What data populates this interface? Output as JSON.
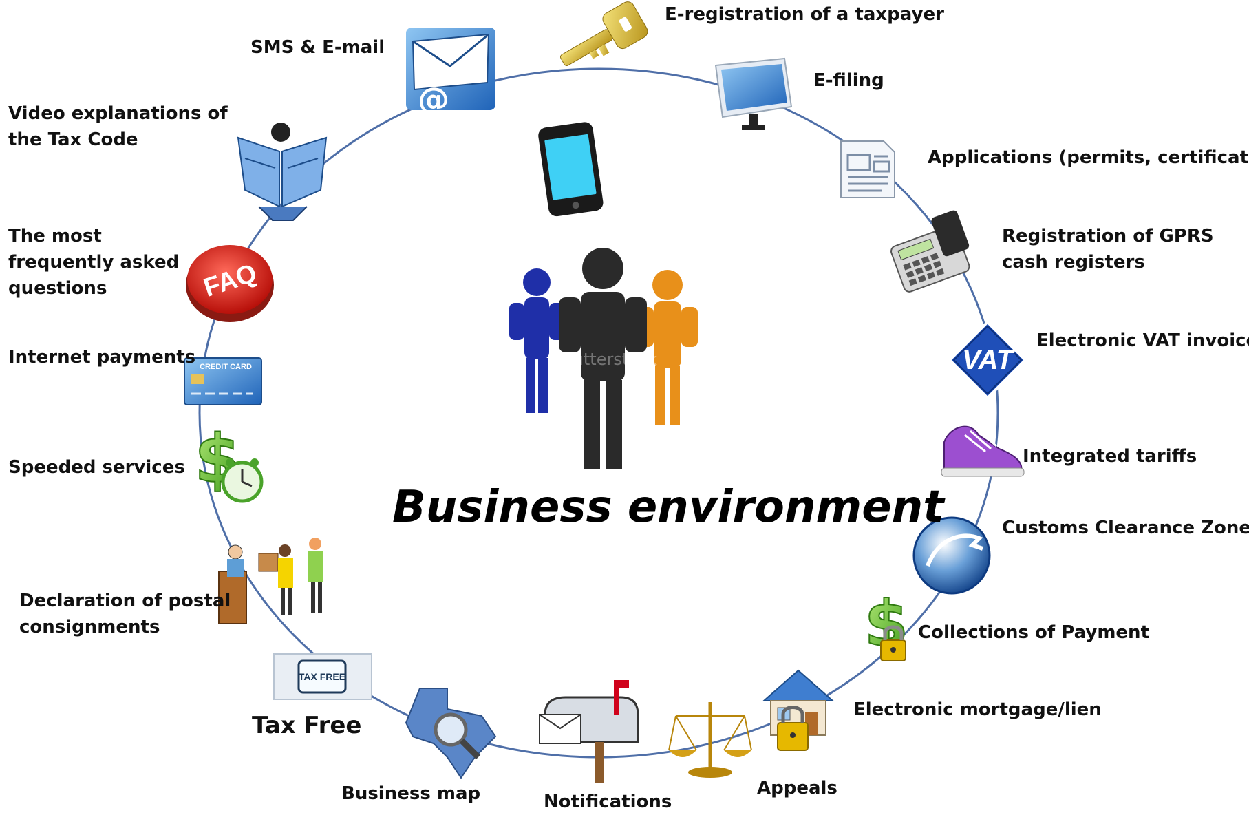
{
  "center_title": "Business environment",
  "watermark": "shutterstock",
  "icon_texts": {
    "credit_card": "CREDIT CARD",
    "tax_free": "TAX FREE",
    "vat": "VAT"
  },
  "colors": {
    "ring": "#4f6fa8",
    "label": "#111111"
  },
  "services": [
    {
      "label": "E-registration of a taxpayer",
      "icon": "key-icon"
    },
    {
      "label": "E-filing",
      "icon": "monitor-icon"
    },
    {
      "label": "Applications (permits, certificates)",
      "icon": "document-icon"
    },
    {
      "label": "Registration of GPRS",
      "label2": "cash registers",
      "icon": "cash-register-icon"
    },
    {
      "label": "Electronic VAT invoice",
      "icon": "vat-sign-icon"
    },
    {
      "label": "Integrated tariffs",
      "icon": "sneaker-icon"
    },
    {
      "label": "Customs Clearance Zone",
      "icon": "globe-arrow-icon"
    },
    {
      "label": "Collections of Payment",
      "icon": "dollar-lock-icon"
    },
    {
      "label": "Electronic  mortgage/lien",
      "icon": "house-lock-icon"
    },
    {
      "label": "Appeals",
      "icon": "scales-icon"
    },
    {
      "label": "Notifications",
      "icon": "mailbox-icon"
    },
    {
      "label": "Business map",
      "icon": "map-magnifier-icon"
    },
    {
      "label": "Tax Free",
      "icon": "tax-free-sign-icon"
    },
    {
      "label": "Declaration of postal",
      "label2": "consignments",
      "icon": "postal-counter-icon"
    },
    {
      "label": "Speeded services",
      "icon": "dollar-clock-icon"
    },
    {
      "label": "Internet payments",
      "icon": "credit-card-icon"
    },
    {
      "label": "The most",
      "label2": "frequently asked",
      "label3": "questions",
      "icon": "faq-button-icon"
    },
    {
      "label": "Video explanations of",
      "label2": "the Tax Code",
      "icon": "reading-person-icon"
    },
    {
      "label": "SMS & E-mail",
      "icon": "envelope-email-icon"
    }
  ]
}
